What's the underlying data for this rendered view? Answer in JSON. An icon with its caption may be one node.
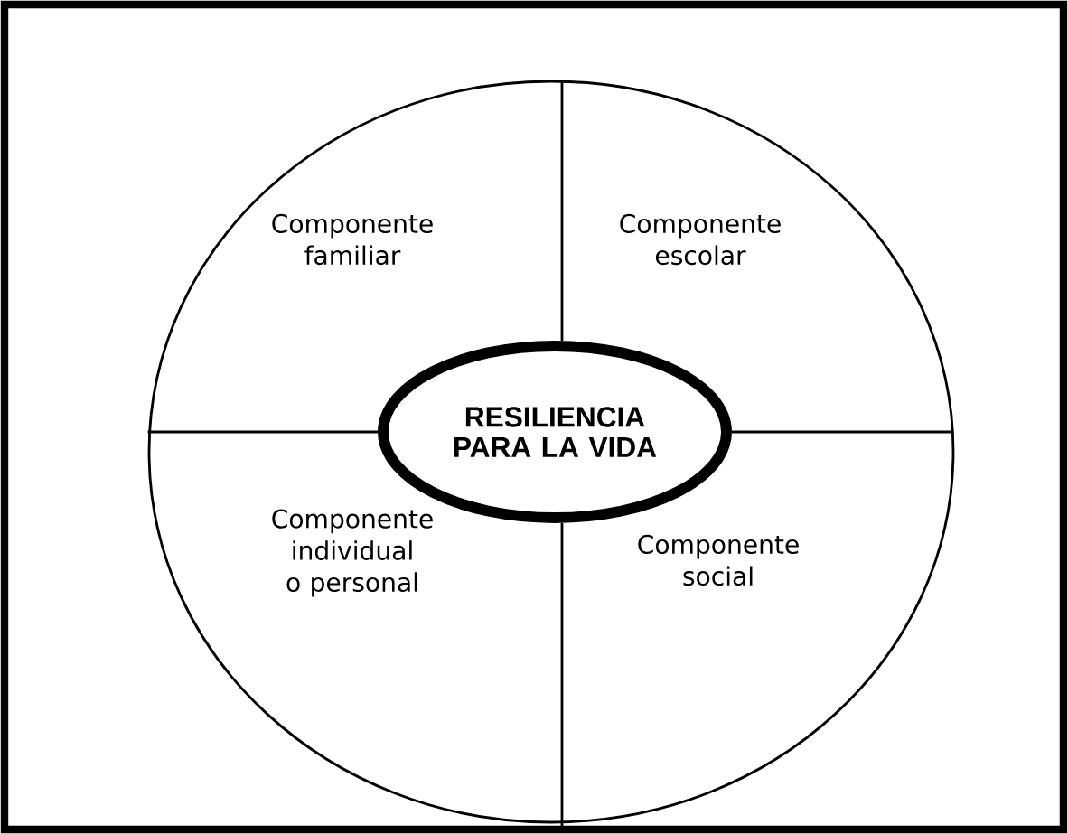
{
  "diagram": {
    "nodes": [
      {
        "text": [],
        "shape": "circle"
      },
      {
        "text": [
          "Componente familiar"
        ],
        "in": 0
      },
      {
        "text": [
          "Componente escolar"
        ],
        "in": 0
      },
      {
        "text": [
          "RESILIENCIA PARA LA VIDA"
        ],
        "in": 0
      },
      {
        "text": [
          "Componente individual o personal"
        ],
        "in": 0
      },
      {
        "text": [
          "Componente social"
        ],
        "in": 0
      }
    ]
  }
}
